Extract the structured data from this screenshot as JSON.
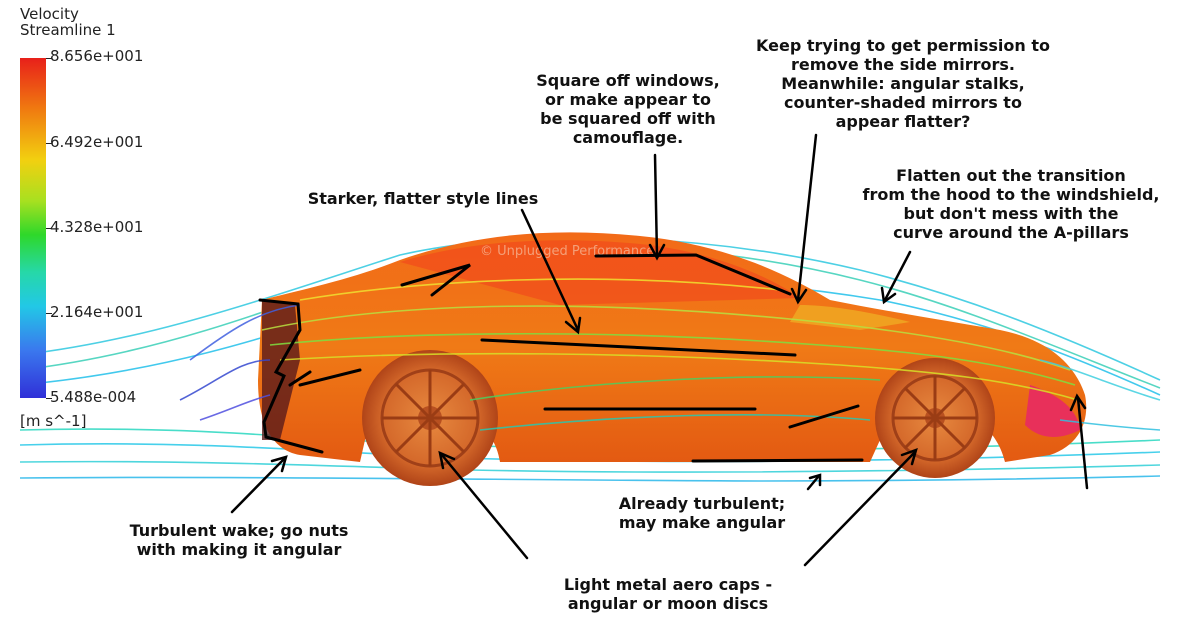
{
  "legend": {
    "quantity": "Velocity",
    "name": "Streamline 1",
    "ticks": [
      "8.656e+001",
      "6.492e+001",
      "4.328e+001",
      "2.164e+001",
      "5.488e-004"
    ],
    "unit": "[m s^-1]"
  },
  "watermark": "© Unplugged Performance",
  "annotations": {
    "side_mirrors": [
      "Keep trying to get permission to",
      "remove the side mirrors.",
      "Meanwhile: angular stalks,",
      "counter-shaded mirrors to",
      "appear flatter?"
    ],
    "windows": [
      "Square off windows,",
      "or make appear to",
      "be squared off with",
      "camouflage."
    ],
    "hood": [
      "Flatten out the transition",
      "from the hood to the windshield,",
      "but don't mess with the",
      "curve around the A-pillars"
    ],
    "style_lines": [
      "Starker, flatter style lines"
    ],
    "wake": [
      "Turbulent wake; go nuts",
      "with making it angular"
    ],
    "underbody": [
      "Already turbulent;",
      "may make angular"
    ],
    "wheels": [
      "Light metal aero caps -",
      "angular or moon discs"
    ]
  }
}
